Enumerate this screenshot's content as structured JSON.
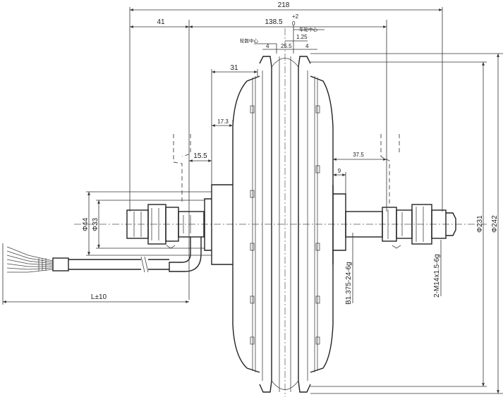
{
  "dimensions": {
    "overall_width": "218",
    "left_offset": "41",
    "rim_width_main": "138.5",
    "rim_tol_upper": "+2",
    "rim_tol_lower": "0",
    "wheel_center_label": "轮毂中心",
    "rim_center_label": "车轮中心",
    "rim_offset_1": "1.25",
    "dim_25_5": "25.5",
    "dim_4a": "4",
    "dim_4b": "4",
    "dim_31": "31",
    "dim_17_3": "17.3",
    "dim_15_5": "15.5",
    "dim_37_5": "37.5",
    "dim_9": "9",
    "dia_44": "Φ44",
    "dia_33": "Φ33",
    "dia_231": "Φ231",
    "dia_242": "Φ242",
    "cable_length": "L±10",
    "thread_freewheel": "B1.375-24-6g",
    "thread_axle": "2-M14x1.5-6g"
  }
}
